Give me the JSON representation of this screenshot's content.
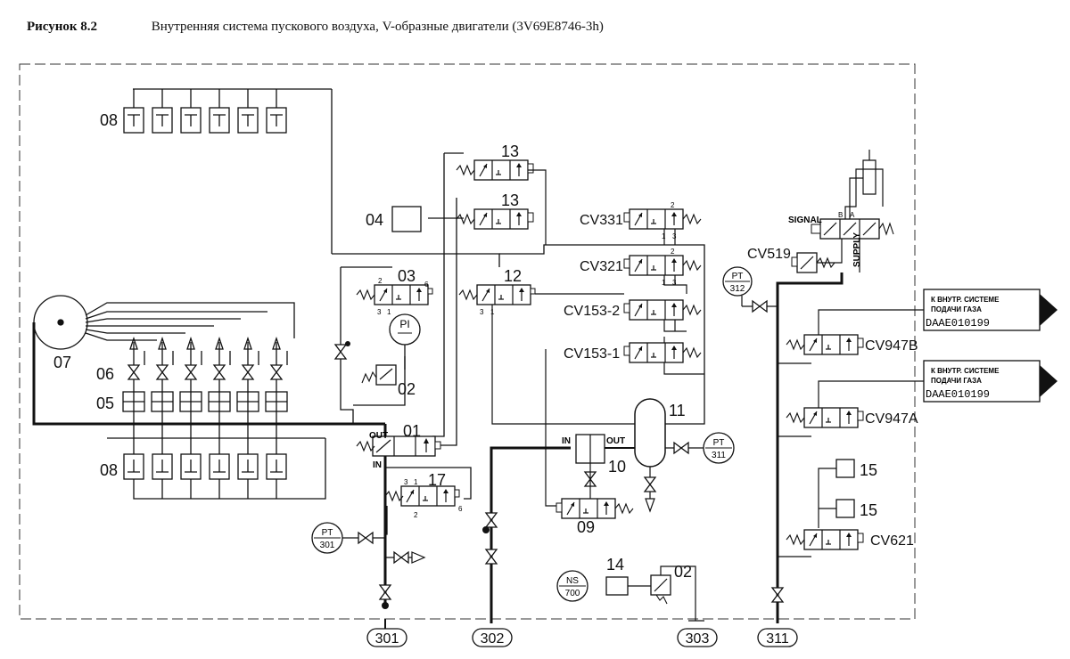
{
  "caption": {
    "number": "Рисунок 8.2",
    "title": "Внутренняя система пускового воздуха, V-образные двигатели (3V69E8746-3h)"
  },
  "labels": {
    "c08a": "08",
    "c08b": "08",
    "c07": "07",
    "c06": "06",
    "c05": "05",
    "c04": "04",
    "c03": "03",
    "c02a": "02",
    "c02b": "02",
    "c01": "01",
    "c17": "17",
    "c13a": "13",
    "c13b": "13",
    "c12": "12",
    "c11": "11",
    "c10": "10",
    "c09": "09",
    "c14": "14",
    "c15a": "15",
    "c15b": "15",
    "cv331": "CV331",
    "cv321": "CV321",
    "cv153_2": "CV153-2",
    "cv153_1": "CV153-1",
    "cv519": "CV519",
    "cv947b": "CV947B",
    "cv947a": "CV947A",
    "cv621": "CV621",
    "pi": "PI",
    "in": "IN",
    "out": "OUT",
    "signal": "SIGNAL",
    "supply": "SUPPLY"
  },
  "instruments": {
    "pt312": [
      "PT",
      "312"
    ],
    "pt311": [
      "PT",
      "311"
    ],
    "pt301": [
      "PT",
      "301"
    ],
    "ns700": [
      "NS",
      "700"
    ]
  },
  "connections": {
    "p301": "301",
    "p302": "302",
    "p303": "303",
    "p311": "311"
  },
  "gas_boxes": [
    {
      "line1": "К ВНУТР. СИСТЕМЕ",
      "line2": "ПОДАЧИ ГАЗА",
      "code": "DAAE010199"
    },
    {
      "line1": "К ВНУТР. СИСТЕМЕ",
      "line2": "ПОДАЧИ ГАЗА",
      "code": "DAAE010199"
    }
  ]
}
